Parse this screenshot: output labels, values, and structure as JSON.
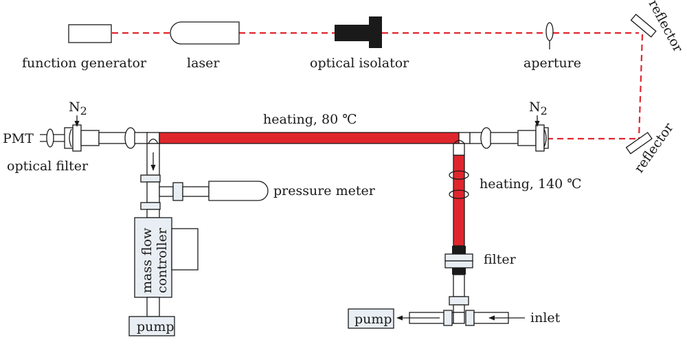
{
  "labels": {
    "function_generator": "function generator",
    "laser": "laser",
    "optical_isolator": "optical isolator",
    "aperture": "aperture",
    "reflector_top": "reflector",
    "reflector_bottom": "reflector",
    "n2_left": "N",
    "n2_left_sub": "2",
    "n2_right": "N",
    "n2_right_sub": "2",
    "pmt": "PMT",
    "optical_filter": "optical filter",
    "heating_80": "heating, 80 ℃",
    "heating_140": "heating, 140 ℃",
    "pressure_meter": "pressure meter",
    "mass_flow_line1": "mass flow",
    "mass_flow_line2": "controller",
    "filter": "filter",
    "pump_left": "pump",
    "pump_right": "pump",
    "inlet": "inlet"
  },
  "colors": {
    "beam": "#e0262d",
    "heated_tube": "#e0262d",
    "outline": "#1a1a1a",
    "component_fill": "#e8eef3",
    "isolator_fill": "#1a1a1a"
  },
  "icons": {
    "flow_arrow": "arrow-icon",
    "n2_arrow": "down-arrow-icon"
  }
}
